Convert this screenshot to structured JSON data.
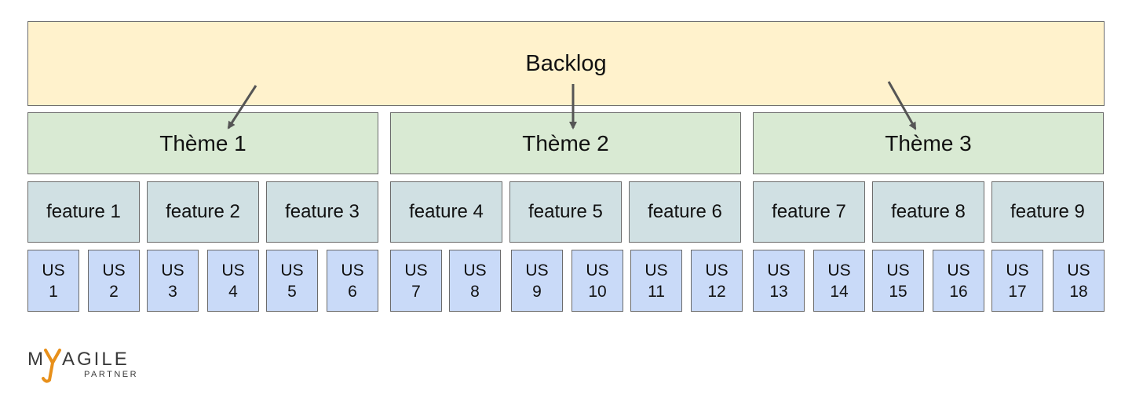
{
  "backlog": {
    "label": "Backlog"
  },
  "themes": [
    {
      "label": "Thème 1"
    },
    {
      "label": "Thème 2"
    },
    {
      "label": "Thème 3"
    }
  ],
  "features": [
    {
      "label": "feature 1"
    },
    {
      "label": "feature 2"
    },
    {
      "label": "feature 3"
    },
    {
      "label": "feature 4"
    },
    {
      "label": "feature 5"
    },
    {
      "label": "feature 6"
    },
    {
      "label": "feature 7"
    },
    {
      "label": "feature 8"
    },
    {
      "label": "feature 9"
    }
  ],
  "user_stories": [
    {
      "prefix": "US",
      "number": "1"
    },
    {
      "prefix": "US",
      "number": "2"
    },
    {
      "prefix": "US",
      "number": "3"
    },
    {
      "prefix": "US",
      "number": "4"
    },
    {
      "prefix": "US",
      "number": "5"
    },
    {
      "prefix": "US",
      "number": "6"
    },
    {
      "prefix": "US",
      "number": "7"
    },
    {
      "prefix": "US",
      "number": "8"
    },
    {
      "prefix": "US",
      "number": "9"
    },
    {
      "prefix": "US",
      "number": "10"
    },
    {
      "prefix": "US",
      "number": "11"
    },
    {
      "prefix": "US",
      "number": "12"
    },
    {
      "prefix": "US",
      "number": "13"
    },
    {
      "prefix": "US",
      "number": "14"
    },
    {
      "prefix": "US",
      "number": "15"
    },
    {
      "prefix": "US",
      "number": "16"
    },
    {
      "prefix": "US",
      "number": "17"
    },
    {
      "prefix": "US",
      "number": "18"
    }
  ],
  "logo": {
    "top": "MYAGILE",
    "bottom": "PARTNER"
  },
  "colors": {
    "backlog": "#fff2cc",
    "theme": "#d9ead3",
    "feature": "#d0e0e3",
    "user_story": "#c9daf8",
    "border": "#6b6b6b",
    "arrow": "#555555",
    "logo_accent": "#e8901a"
  }
}
